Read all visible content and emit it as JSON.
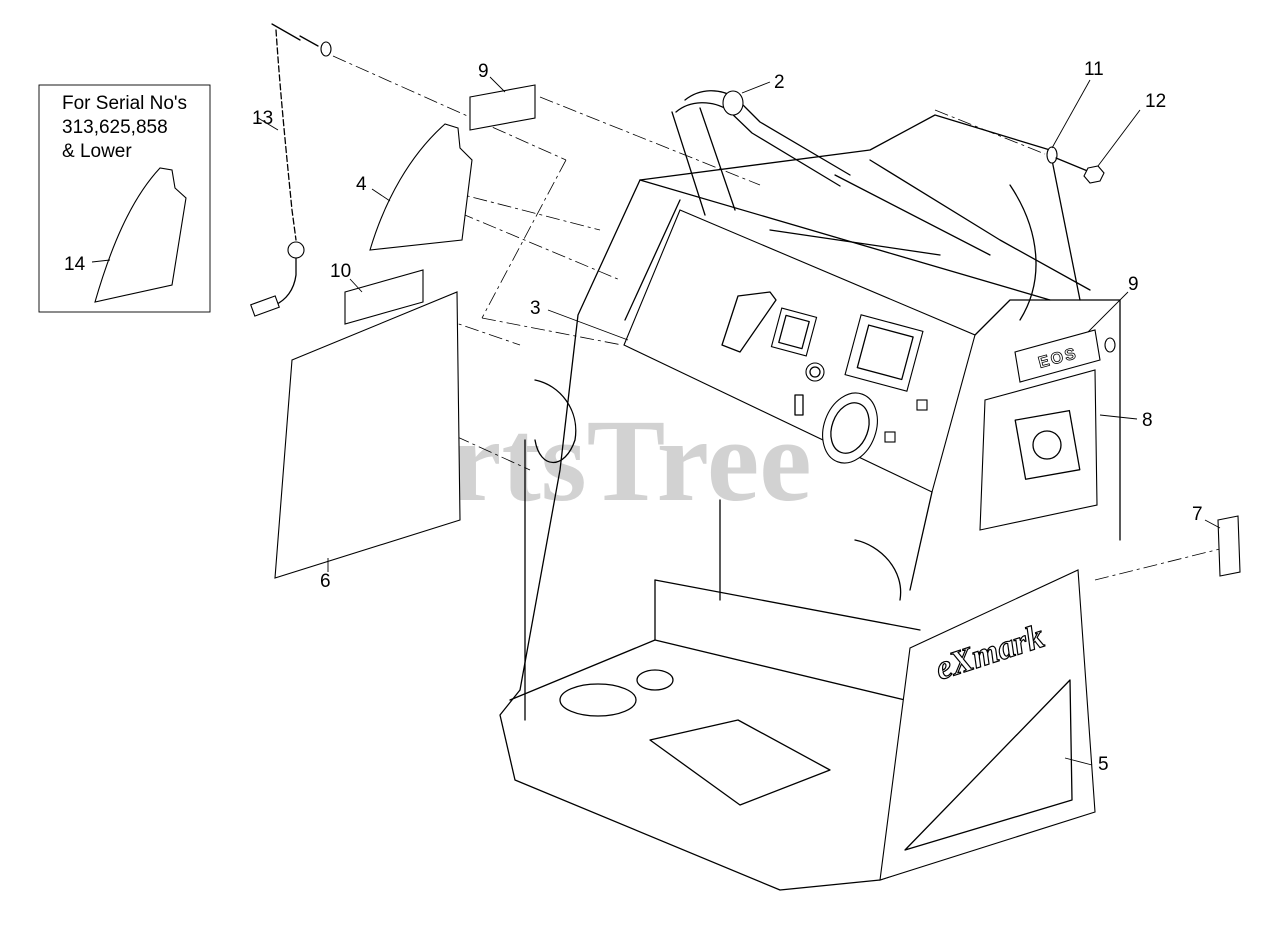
{
  "watermark": "PartsTree",
  "inset_note": {
    "line1": "For Serial No's",
    "line2": "313,625,858",
    "line3": "& Lower"
  },
  "brand_decal": "eXmark",
  "eos_decal": "EOS",
  "callouts": {
    "c2": "2",
    "c3": "3",
    "c4": "4",
    "c5": "5",
    "c6": "6",
    "c7": "7",
    "c8": "8",
    "c9a": "9",
    "c9b": "9",
    "c10": "10",
    "c11": "11",
    "c12": "12",
    "c13": "13",
    "c14": "14"
  }
}
